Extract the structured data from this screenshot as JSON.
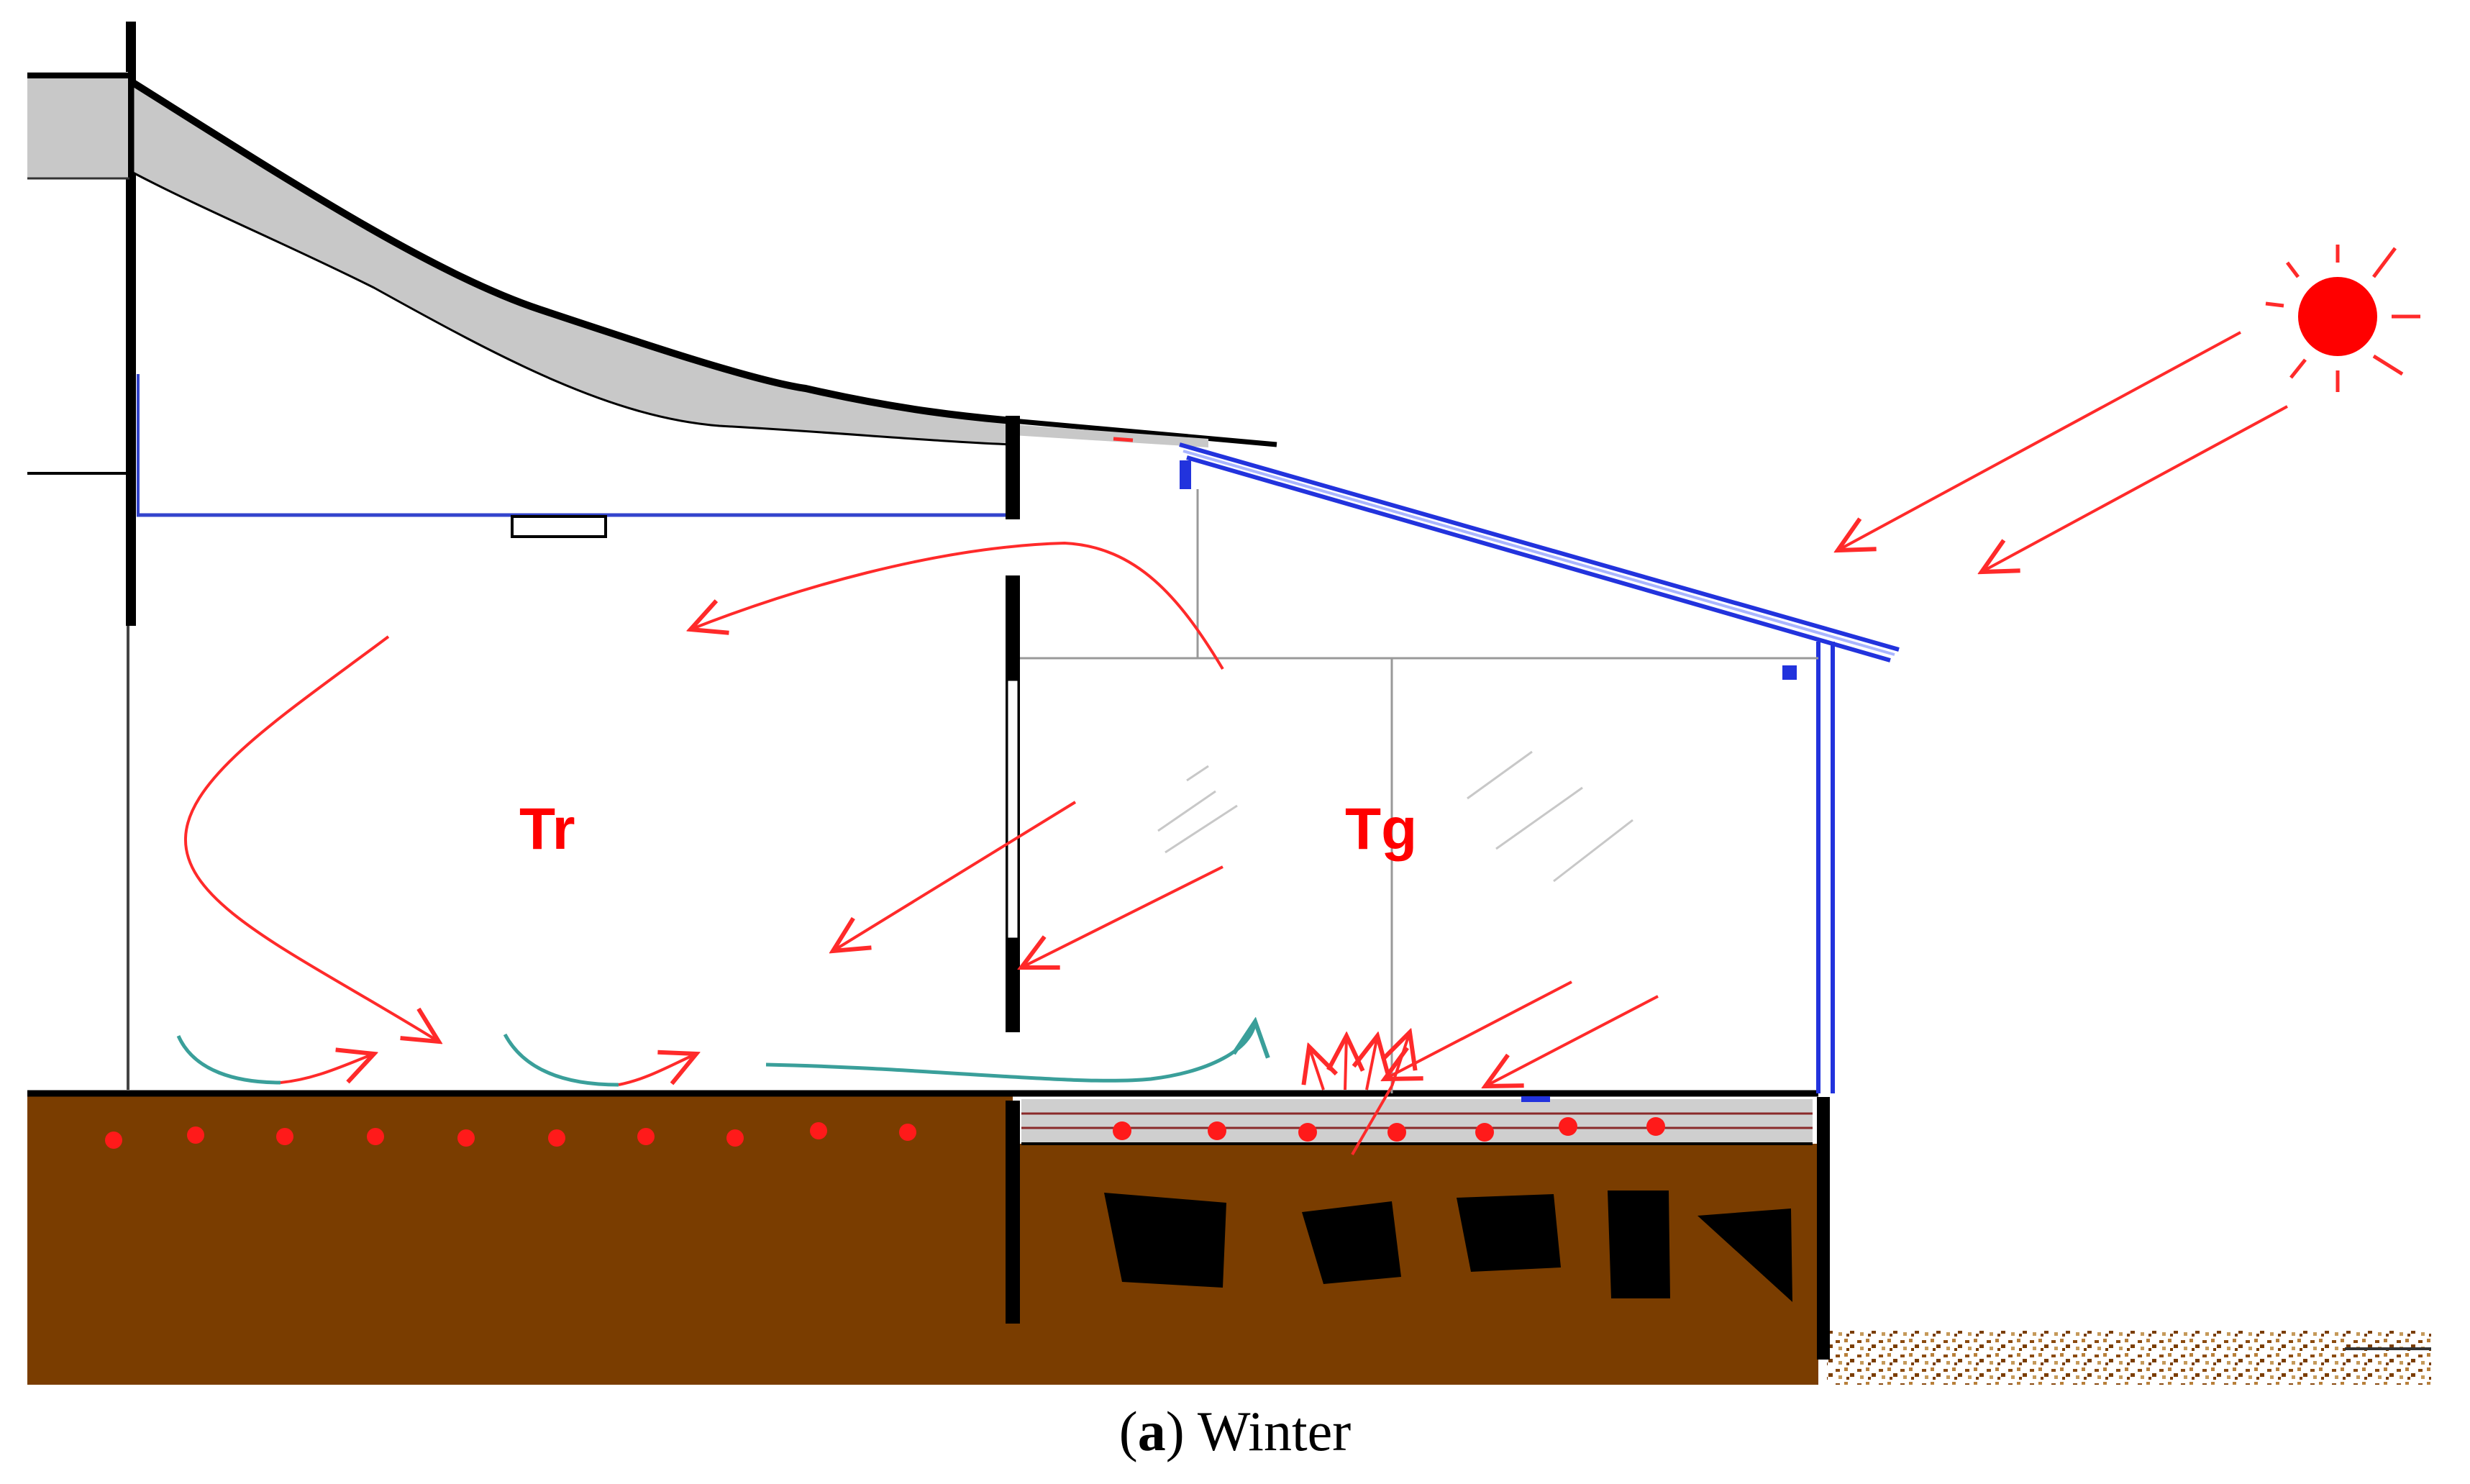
{
  "diagram": {
    "labels": {
      "room": "Tr",
      "greenhouse": "Tg"
    },
    "colors": {
      "soil": "#7a3d00",
      "heat_arrow": "#ff2a2a",
      "air_flow": "#3a9f9a",
      "glazing": "#2233dd",
      "roof_fill": "#c8c8c8",
      "sun": "#ff0000"
    },
    "icons": [
      "sun-icon"
    ]
  },
  "caption": {
    "letter": "a",
    "text": "Winter"
  }
}
